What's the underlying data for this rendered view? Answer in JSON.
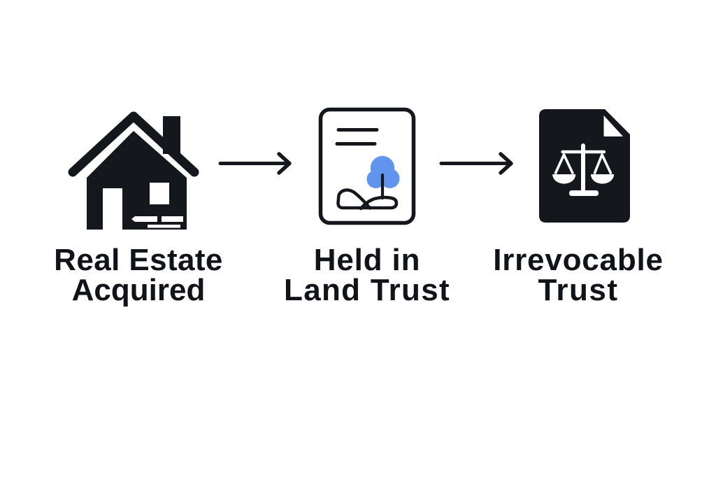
{
  "colors": {
    "ink": "#14171b",
    "text": "#101318",
    "accent": "#6195ed",
    "paper": "#ffffff"
  },
  "steps": [
    {
      "icon": "house-icon",
      "label_lines": [
        "Real Estate",
        "Acquired"
      ]
    },
    {
      "icon": "land-trust-deed-icon",
      "label_lines": [
        "Held in",
        "Land Trust"
      ]
    },
    {
      "icon": "irrevocable-trust-document-icon",
      "label_lines": [
        "Irrevocable",
        "Trust"
      ]
    }
  ],
  "connectors": [
    {
      "icon": "arrow-right-icon"
    },
    {
      "icon": "arrow-right-icon"
    }
  ]
}
